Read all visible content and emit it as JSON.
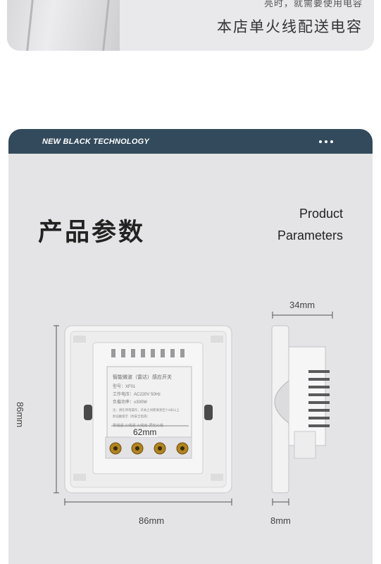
{
  "top_banner": {
    "line_small": "亮时，就需要使用电容",
    "line_big": "本店单火线配送电容"
  },
  "section": {
    "header_text": "NEW BLACK TECHNOLOGY",
    "title_cn": "产品参数",
    "title_en_line1": "Product",
    "title_en_line2": "Parameters"
  },
  "product_label": {
    "line1": "智能微波（雷达）感应开关",
    "line2": "型号：XF01",
    "line3": "工作电压：AC220V  50Hz",
    "line4": "负载功率：≤300W",
    "line5": "注：请在停电操作，开关之间距离须至少3米以上",
    "line6": "防误触提示（附安全指南）",
    "terminals": "零线进  火线进  火线出  调光火线"
  },
  "dimensions": {
    "front_width": "86mm",
    "front_height": "86mm",
    "module_width": "62mm",
    "side_depth": "34mm",
    "side_panel": "8mm"
  },
  "colors": {
    "header_bg": "#324a5c",
    "panel_bg": "#e4e4e6"
  }
}
